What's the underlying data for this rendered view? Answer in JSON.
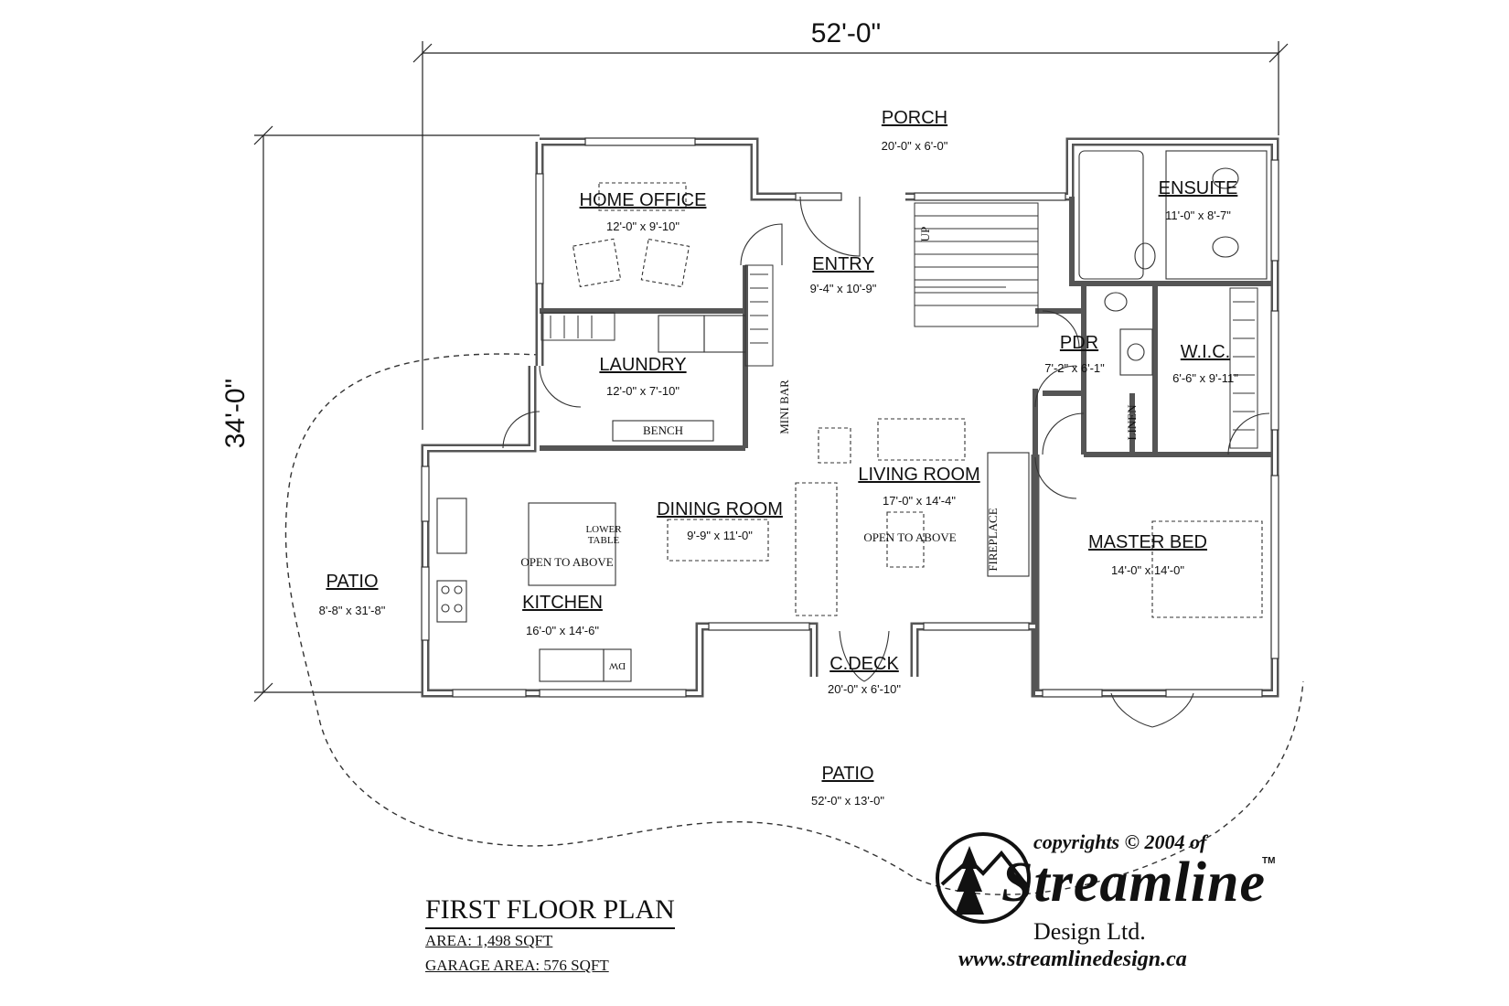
{
  "dimensions": {
    "width": "52'-0\"",
    "depth": "34'-0\""
  },
  "rooms": {
    "porch": {
      "name": "PORCH",
      "size": "20'-0\" x 6'-0\""
    },
    "office": {
      "name": "HOME OFFICE",
      "size": "12'-0\" x 9'-10\""
    },
    "entry": {
      "name": "ENTRY",
      "size": "9'-4\" x 10'-9\""
    },
    "ensuite": {
      "name": "ENSUITE",
      "size": "11'-0\" x 8'-7\""
    },
    "laundry": {
      "name": "LAUNDRY",
      "size": "12'-0\" x 7'-10\""
    },
    "pdr": {
      "name": "PDR",
      "size": "7'-2\" x 6'-1\""
    },
    "wic": {
      "name": "W.I.C.",
      "size": "6'-6\" x 9'-11\""
    },
    "living": {
      "name": "LIVING ROOM",
      "size": "17'-0\" x 14'-4\""
    },
    "dining": {
      "name": "DINING ROOM",
      "size": "9'-9\" x 11'-0\""
    },
    "master": {
      "name": "MASTER BED",
      "size": "14'-0\" x 14'-0\""
    },
    "kitchen": {
      "name": "KITCHEN",
      "size": "16'-0\" x 14'-6\""
    },
    "patio_w": {
      "name": "PATIO",
      "size": "8'-8\" x 31'-8\""
    },
    "cdeck": {
      "name": "C.DECK",
      "size": "20'-0\" x 6'-10\""
    },
    "patio_s": {
      "name": "PATIO",
      "size": "52'-0\" x 13'-0\""
    }
  },
  "labels": {
    "bench": "BENCH",
    "mini_bar": "MINI BAR",
    "linen": "LINEN",
    "fireplace": "FIREPLACE",
    "up": "UP",
    "lower_table": "LOWER TABLE",
    "open_above_kitchen": "OPEN TO ABOVE",
    "open_above_living": "OPEN TO ABOVE",
    "dw": "DW"
  },
  "title_block": {
    "title": "FIRST FLOOR PLAN",
    "area": "AREA: 1,498 SQFT",
    "garage": "GARAGE AREA: 576 SQFT"
  },
  "copyright": {
    "line": "copyrights © 2004 of",
    "brand": "Streamline",
    "tm": "TM",
    "company": "Design Ltd.",
    "url": "www.streamlinedesign.ca"
  }
}
